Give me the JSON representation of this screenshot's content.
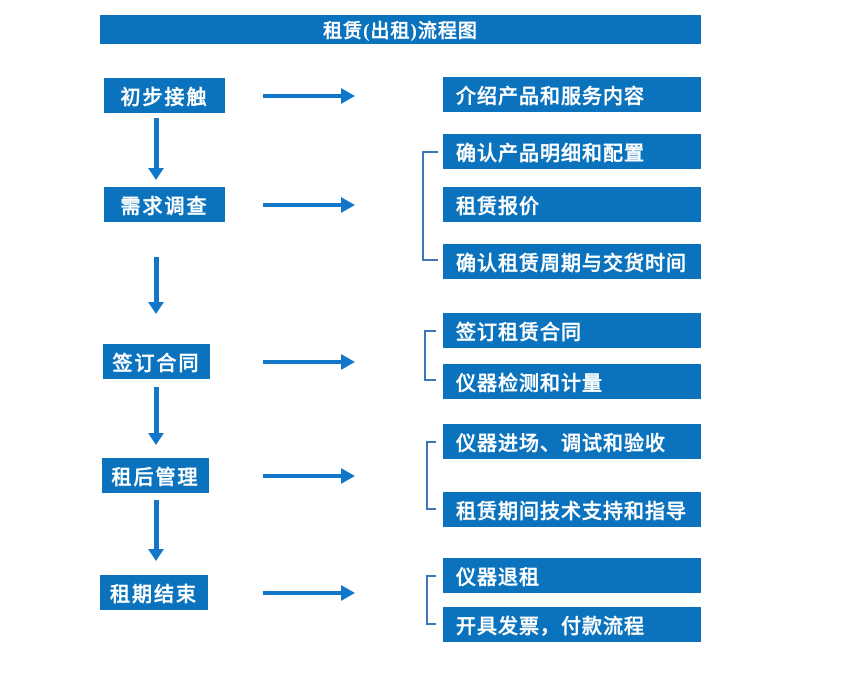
{
  "title": "租赁(出租)流程图",
  "stages": [
    {
      "label": "初步接触",
      "details": [
        "介绍产品和服务内容"
      ]
    },
    {
      "label": "需求调查",
      "details": [
        "确认产品明细和配置",
        "租赁报价",
        "确认租赁周期与交货时间"
      ]
    },
    {
      "label": "签订合同",
      "details": [
        "签订租赁合同",
        "仪器检测和计量"
      ]
    },
    {
      "label": "租后管理",
      "details": [
        "仪器进场、调试和验收",
        "租赁期间技术支持和指导"
      ]
    },
    {
      "label": "租期结束",
      "details": [
        "仪器退租",
        "开具发票，付款流程"
      ]
    }
  ],
  "colors": {
    "box_blue": "#0b72bd",
    "arrow_blue": "#1277cb",
    "bracket_blue": "#3d77b8",
    "text_white": "#ffffff",
    "background": "#ffffff"
  }
}
